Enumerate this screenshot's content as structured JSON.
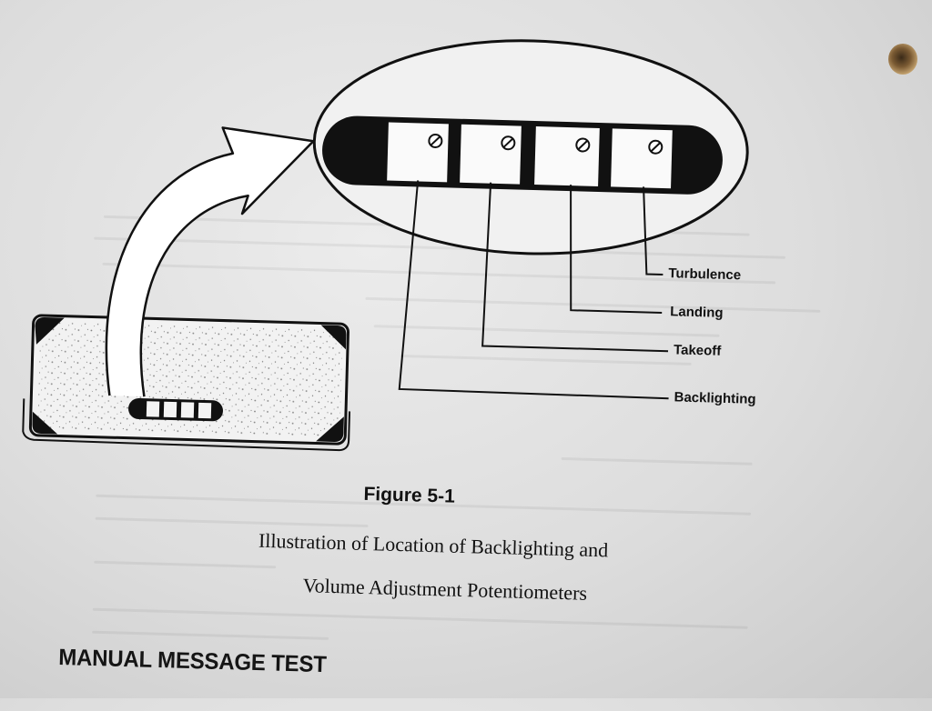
{
  "labels": {
    "turbulence": "Turbulence",
    "landing": "Landing",
    "takeoff": "Takeoff",
    "backlighting": "Backlighting"
  },
  "figure": {
    "number": "Figure 5-1",
    "caption_line1": "Illustration of Location of Backlighting and",
    "caption_line2": "Volume Adjustment Potentiometers"
  },
  "section": {
    "heading": "MANUAL MESSAGE TEST"
  },
  "colors": {
    "ink": "#111111",
    "paper": "#e4e4e4"
  }
}
